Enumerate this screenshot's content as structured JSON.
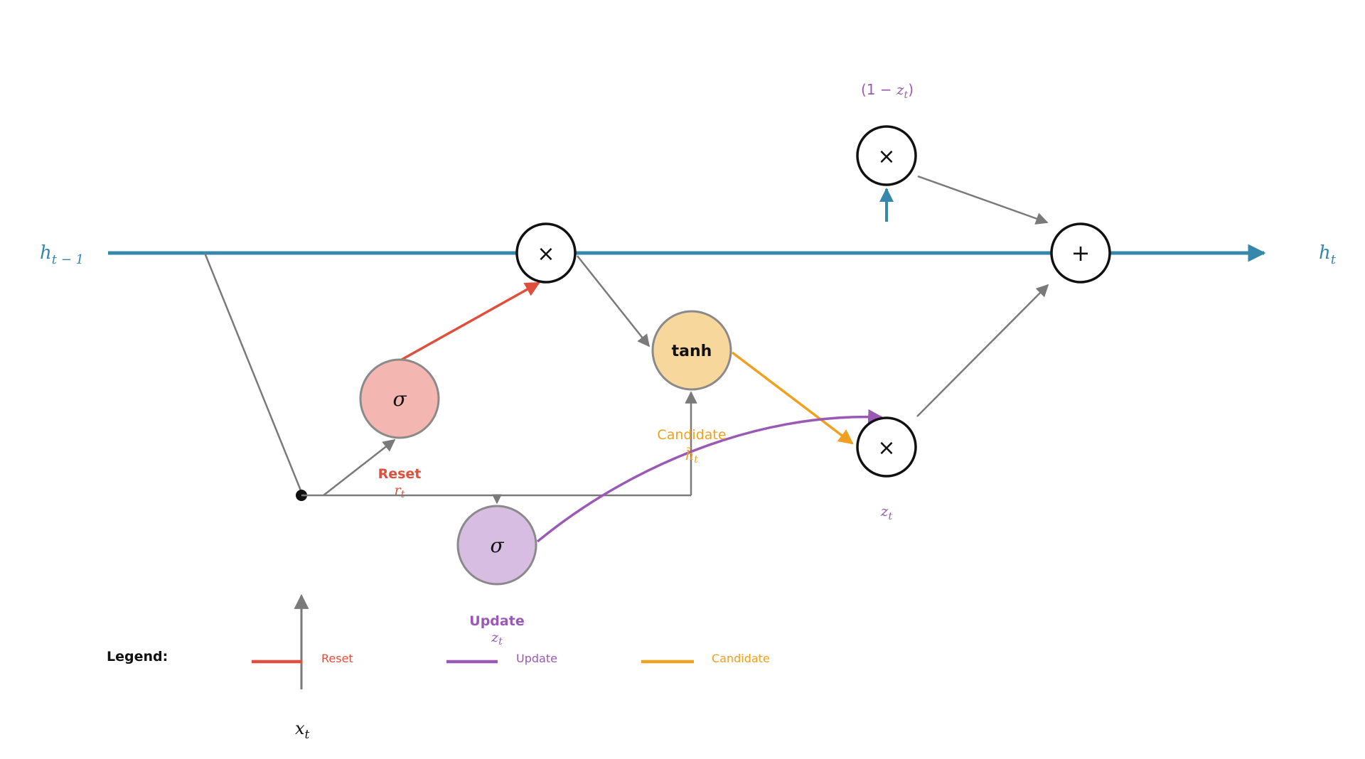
{
  "colors": {
    "state": "#3588ab",
    "reset": "#e04f3c",
    "update": "#9b59b6",
    "candidate": "#f0a020",
    "gray": "#7a7a7a",
    "black": "#111111",
    "reset_fill": "#f4b6b1",
    "update_fill": "#d8bde3",
    "candidate_fill": "#f8d79c"
  },
  "labels": {
    "h_prev": {
      "base": "h",
      "sub": "t − 1"
    },
    "h_next": {
      "base": "h",
      "sub": "t"
    },
    "x_t": {
      "base": "x",
      "sub": "t"
    },
    "one_minus_z": {
      "open": "(1 − ",
      "base": "z",
      "sub": "t",
      "close": ")"
    },
    "z_t_lower": {
      "base": "z",
      "sub": "t"
    },
    "reset_title": "Reset",
    "reset_symbol": {
      "base": "r",
      "sub": "t"
    },
    "update_title": "Update",
    "update_symbol": {
      "base": "z",
      "sub": "t"
    },
    "candidate_title": "Candidate",
    "candidate_symbol": {
      "base": "h̃",
      "sub": "t"
    }
  },
  "nodes": {
    "reset_gate": "σ",
    "update_gate": "σ",
    "tanh": "tanh",
    "multiply_reset": "×",
    "multiply_top": "×",
    "multiply_bottom": "×",
    "add": "+"
  },
  "legend": {
    "title": "Legend:",
    "items": [
      {
        "label": "Reset",
        "color_key": "reset"
      },
      {
        "label": "Update",
        "color_key": "update"
      },
      {
        "label": "Candidate",
        "color_key": "candidate"
      }
    ]
  }
}
